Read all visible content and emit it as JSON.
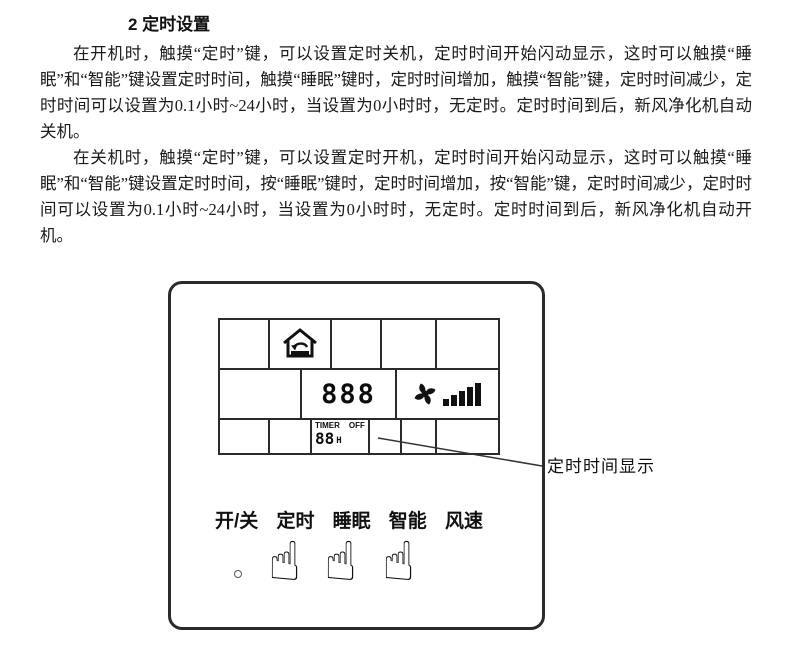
{
  "title": "2 定时设置",
  "paragraphs": [
    "在开机时，触摸“定时”键，可以设置定时关机，定时时间开始闪动显示，这时可以触摸“睡眠”和“智能”键设置定时时间，触摸“睡眠”键时，定时时间增加，触摸“智能”键，定时时间减少，定时时间可以设置为0.1小时~24小时，当设置为0小时时，无定时。定时时间到后，新风净化机自动关机。",
    "在关机时，触摸“定时”键，可以设置定时开机，定时时间开始闪动显示，这时可以触摸“睡眠”和“智能”键设置定时时间，按“睡眠”键时，定时时间增加，按“智能”键，定时时间减少，定时时间可以设置为0.1小时~24小时，当设置为0小时时，无定时。定时时间到后，新风净化机自动开机。"
  ],
  "panel": {
    "buttons": [
      "开/关",
      "定时",
      "睡眠",
      "智能",
      "风速"
    ],
    "lcd": {
      "digits": "888",
      "timer_label": "TIMER",
      "off_label": "OFF",
      "timer_digits": "88",
      "hour_unit": "H"
    }
  },
  "callout": {
    "label": "定时时间显示"
  },
  "icons": {
    "house": "house-ventilation-icon",
    "fan": "fan-icon",
    "bars": "fan-speed-bars-icon",
    "hand": "pointing-hand-icon"
  }
}
